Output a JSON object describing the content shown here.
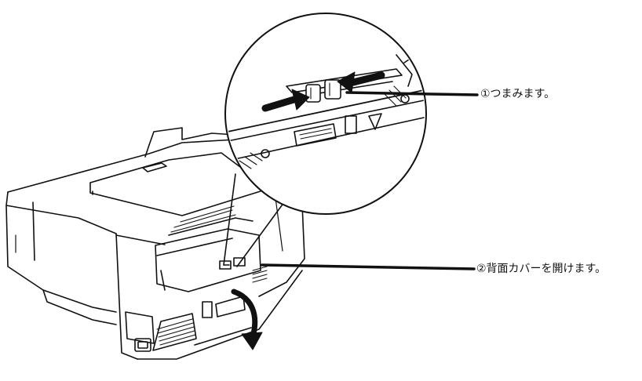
{
  "diagram": {
    "callouts": [
      {
        "id": "squeeze",
        "text": "①つまみます。"
      },
      {
        "id": "open-cover",
        "text": "②背面カバーを開けます。"
      }
    ],
    "colors": {
      "line": "#111111",
      "background": "#ffffff",
      "arrow": "#222222"
    }
  }
}
